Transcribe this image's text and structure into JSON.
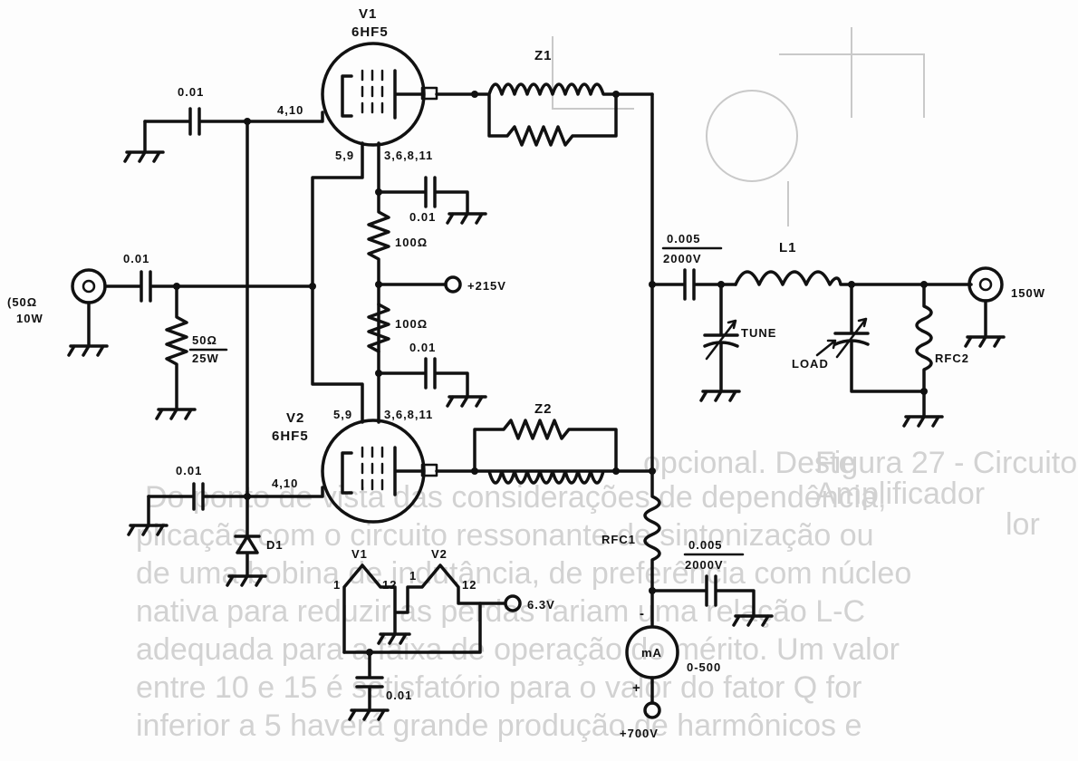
{
  "tubes": {
    "v1": {
      "name": "V1",
      "type": "6HF5",
      "pin_grid": "4,10",
      "pin_cathode": "5,9",
      "pin_screen": "3,6,8,11"
    },
    "v2": {
      "name": "V2",
      "type": "6HF5",
      "pin_grid": "4,10",
      "pin_cathode": "5,9",
      "pin_screen": "3,6,8,11"
    }
  },
  "components": {
    "c_v1_grid": "0.01",
    "c_input": "0.01",
    "c_v2_grid": "0.01",
    "c_screen_top": "0.01",
    "c_screen_bot": "0.01",
    "r_screen_top": "100Ω",
    "r_screen_bot": "100Ω",
    "r_input_value": "50Ω",
    "r_input_power": "25W",
    "z1": "Z1",
    "z2": "Z2",
    "d1": "D1",
    "c_out_value": "0.005",
    "c_out_voltage": "2000V",
    "l1": "L1",
    "tune": "TUNE",
    "load": "LOAD",
    "rfc2": "RFC2",
    "rfc1": "RFC1",
    "c_bypass_value": "0.005",
    "c_bypass_voltage": "2000V",
    "meter": "mA",
    "meter_range": "0-500",
    "minus_sign": "-",
    "plus_sign": "+",
    "c_heater": "0.01"
  },
  "supplies": {
    "screen_supply": "+215V",
    "heater_supply": "6.3V",
    "plate_supply": "+700V"
  },
  "heater": {
    "v1_label": "V1",
    "v2_label": "V2",
    "pin1": "1",
    "pin12": "12"
  },
  "ports": {
    "input_impedance": "(50Ω",
    "input_power": "10W",
    "output_power": "150W"
  },
  "background_text": [
    "opcional. Deste",
    "Do ponto de vista das considerações de dependência,",
    "plicação com o circuito ressonante de sintonização ou",
    "de uma bobina de indutância, de preferência com núcleo",
    "nativa para reduzir as perdas fariam uma relação L-C",
    "adequada para a faixa de operação do mérito. Um valor",
    "entre 10 e 15 é satisfatório para o valor do fator Q for",
    "inferior a 5 haverá grande produção de harmônicos e"
  ],
  "caption_fragment": [
    "Figura 27 - Circuito",
    "Amplificador",
    "lor"
  ],
  "colors": {
    "ink": "#111111",
    "paper": "#fdfdfd",
    "bleed": "#cfcfcf"
  }
}
